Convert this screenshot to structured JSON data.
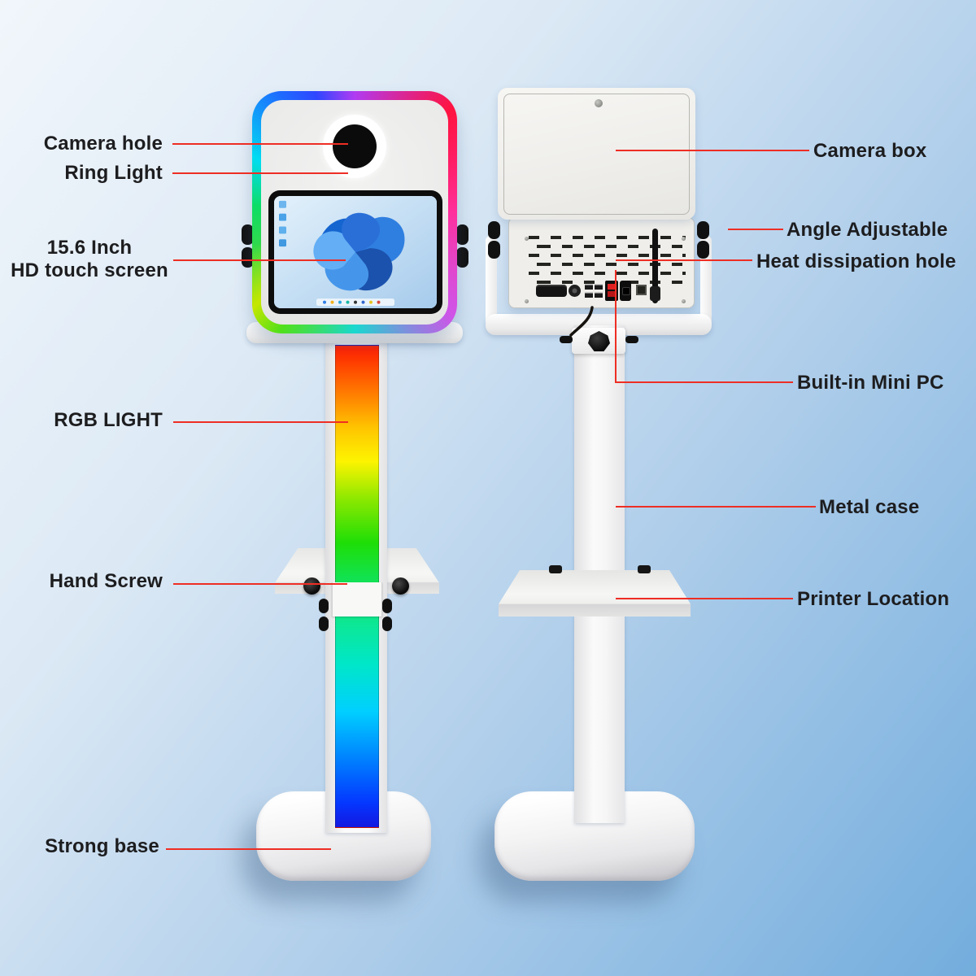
{
  "colors": {
    "background_top_left": "#f1f6fb",
    "background_bottom_right": "#73addd",
    "callout_line": "#ee2e24",
    "label_text": "#1d1d1f"
  },
  "labels": {
    "camera_hole": "Camera hole",
    "ring_light": "Ring Light",
    "touch_screen_line1": "15.6 Inch",
    "touch_screen_line2": "HD touch screen",
    "rgb_light": "RGB LIGHT",
    "hand_screw": "Hand Screw",
    "strong_base": "Strong base",
    "camera_box": "Camera box",
    "angle_adjustable": "Angle Adjustable",
    "heat_dissipation_hole": "Heat dissipation hole",
    "built_in_mini_pc": "Built-in Mini PC",
    "metal_case": "Metal case",
    "printer_location": "Printer Location"
  }
}
